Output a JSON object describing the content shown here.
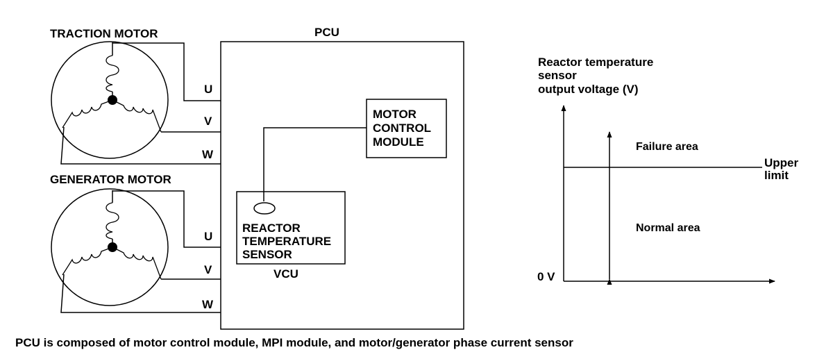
{
  "left_diagram": {
    "traction_motor_label": "TRACTION MOTOR",
    "generator_motor_label": "GENERATOR MOTOR",
    "pcu_label": "PCU",
    "phases_traction": [
      "U",
      "V",
      "W"
    ],
    "phases_generator": [
      "U",
      "V",
      "W"
    ],
    "motor_control_module_lines": [
      "MOTOR",
      "CONTROL",
      "MODULE"
    ],
    "reactor_sensor_lines": [
      "REACTOR",
      "TEMPERATURE",
      "SENSOR"
    ],
    "vcu_label": "VCU"
  },
  "right_graph": {
    "y_axis_title_lines": [
      "Reactor temperature",
      "sensor",
      "output voltage (V)"
    ],
    "failure_area_label": "Failure area",
    "normal_area_label": "Normal area",
    "upper_limit_lines": [
      "Upper",
      "limit"
    ],
    "zero_label": "0 V"
  },
  "caption": "PCU is composed of motor control module, MPI module, and motor/generator phase current sensor"
}
